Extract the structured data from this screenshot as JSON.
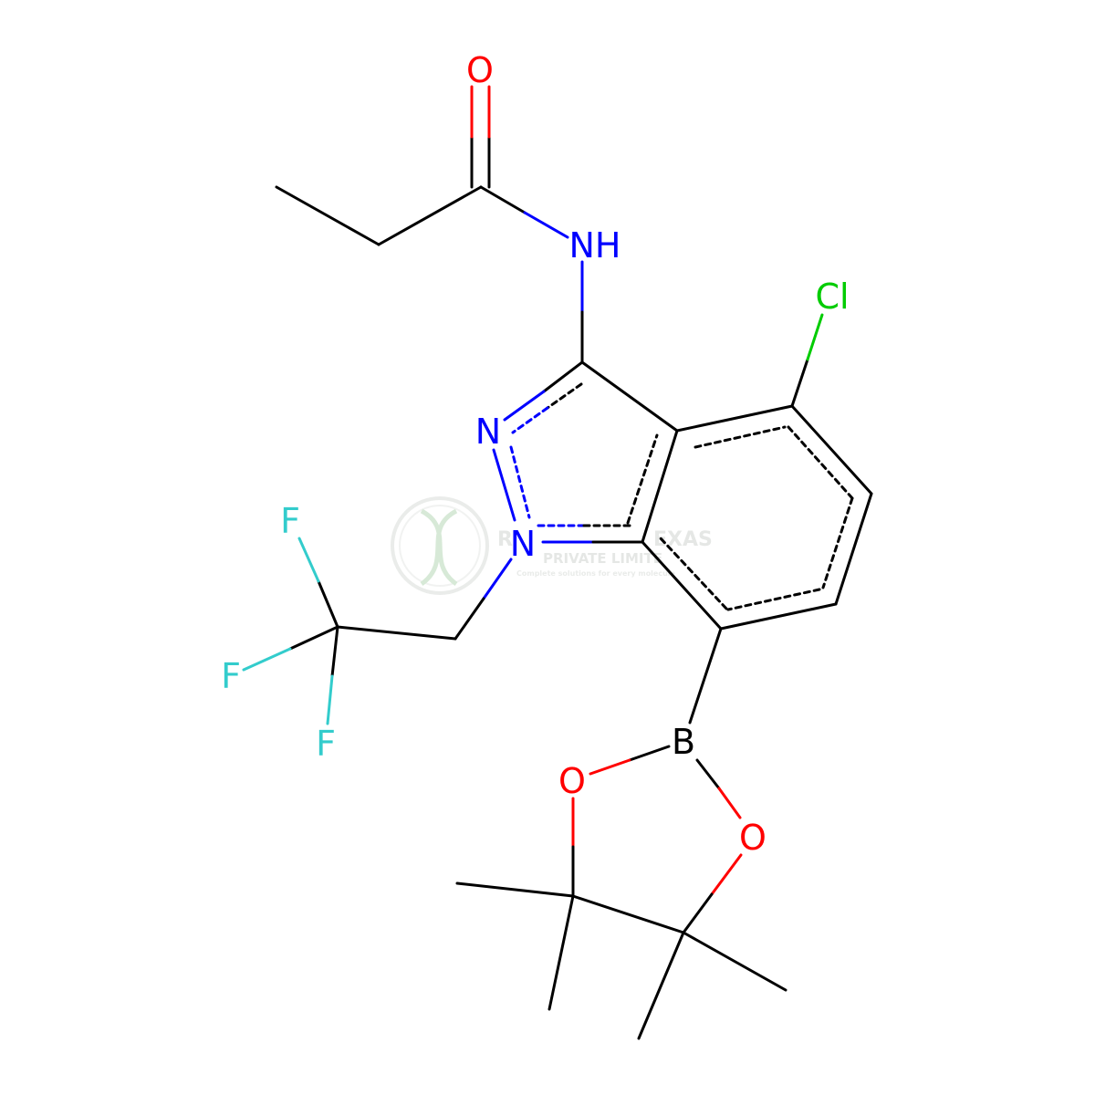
{
  "colors": {
    "carbon": "#000000",
    "nitrogen": "#0000ff",
    "oxygen": "#ff0000",
    "chlorine": "#00cc00",
    "fluorine": "#33cccc",
    "boron": "#000000",
    "watermark": "#cfd8cf"
  },
  "atoms": {
    "o_carbonyl": "O",
    "nh": "NH",
    "cl": "Cl",
    "n2": "N",
    "n1": "N",
    "f1": "F",
    "f2": "F",
    "f3": "F",
    "b": "B",
    "o_left": "O",
    "o_right": "O"
  },
  "watermark": {
    "line1": "R",
    "line1_end": "EXAS",
    "line2": "PRIVATE LIMITE",
    "line3": "Complete solutions for every molecule"
  }
}
